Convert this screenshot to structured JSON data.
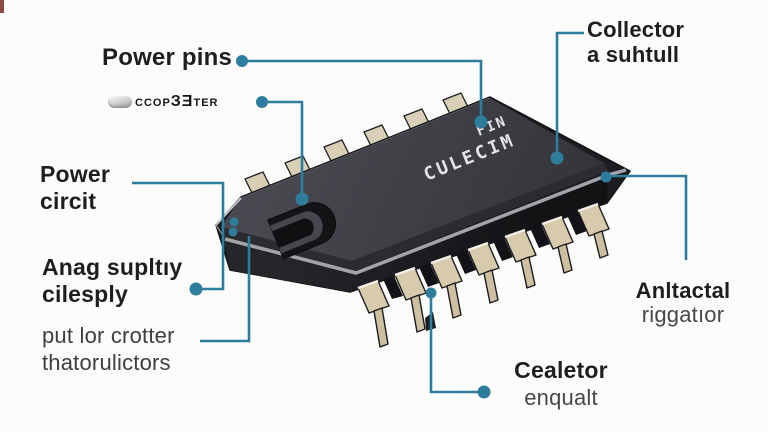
{
  "diagram": {
    "subject": "integrated-circuit-chip-labeled-diagram",
    "accent_color": "#2f7d9c",
    "text_dark_color": "#1e1e20",
    "text_gray_color": "#47474a",
    "chip": {
      "body_color": "#3c3c43",
      "pin_color": "#d8caad",
      "marking_logo": "FIN",
      "marking_text": "CULECIM"
    },
    "labels": {
      "power_pins": {
        "text": "Power pins"
      },
      "coupler": {
        "text": "ccopЗƎter"
      },
      "power_circit": {
        "line1": "Power",
        "line2": "circit"
      },
      "analog_supply": {
        "line1": "Anag supltıy",
        "line2": "cilesply"
      },
      "put_lor": {
        "line1": "put lor crotter",
        "line2": "thatorulictors"
      },
      "collector": {
        "line1": "Collector",
        "line2": "a suhtull"
      },
      "anltactal": {
        "line1": "Anltactal",
        "line2": "riggatıor"
      },
      "cealetor": {
        "line1": "Cealetor",
        "line2": "enqualt"
      }
    }
  }
}
